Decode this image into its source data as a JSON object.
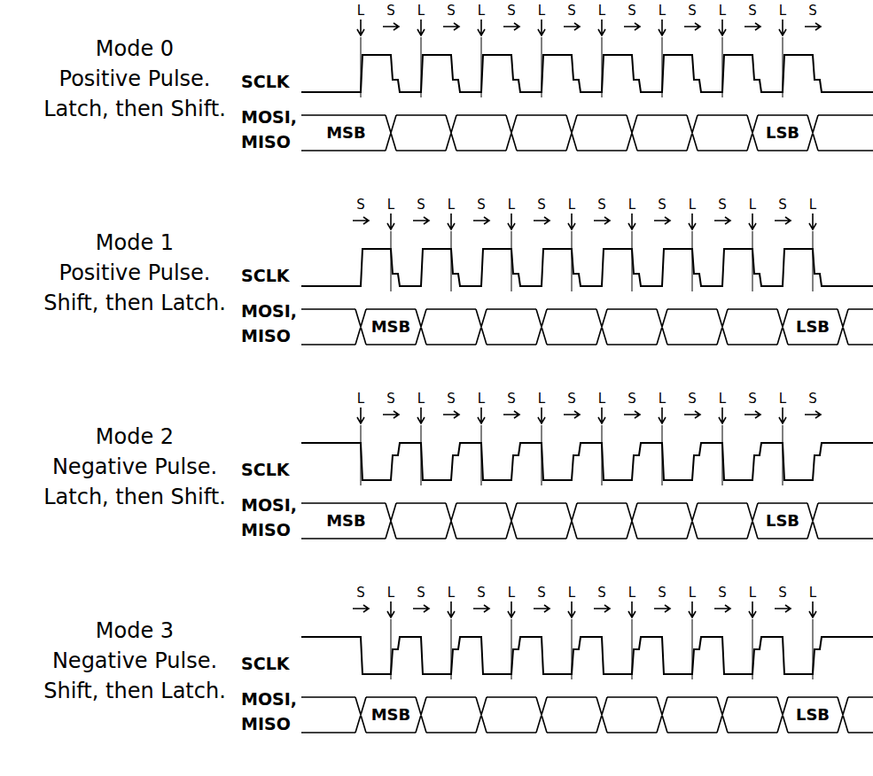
{
  "diagram": {
    "labels": [
      "Mode 0",
      "Positive Pulse.",
      "Latch, then Shift.",
      "SCLK",
      "MOSI,",
      "MISO",
      "L",
      "S",
      "L",
      "S",
      "L",
      "S",
      "L",
      "S",
      "L",
      "S",
      "L",
      "S",
      "L",
      "S",
      "L",
      "S",
      "MSB",
      "LSB",
      "Mode 1",
      "Positive Pulse.",
      "Shift, then Latch.",
      "SCLK",
      "MOSI,",
      "MISO",
      "S",
      "L",
      "S",
      "L",
      "S",
      "L",
      "S",
      "L",
      "S",
      "L",
      "S",
      "L",
      "S",
      "L",
      "S",
      "L",
      "MSB",
      "LSB",
      "Mode 2",
      "Negative Pulse.",
      "Latch, then Shift.",
      "SCLK",
      "MOSI,",
      "MISO",
      "L",
      "S",
      "L",
      "S",
      "L",
      "S",
      "L",
      "S",
      "L",
      "S",
      "L",
      "S",
      "L",
      "S",
      "L",
      "S",
      "MSB",
      "LSB",
      "Mode 3",
      "Negative Pulse.",
      "Shift, then Latch.",
      "SCLK",
      "MOSI,",
      "MISO",
      "S",
      "L",
      "S",
      "L",
      "S",
      "L",
      "S",
      "L",
      "S",
      "L",
      "S",
      "L",
      "S",
      "L",
      "S",
      "L",
      "MSB",
      "LSB"
    ]
  }
}
